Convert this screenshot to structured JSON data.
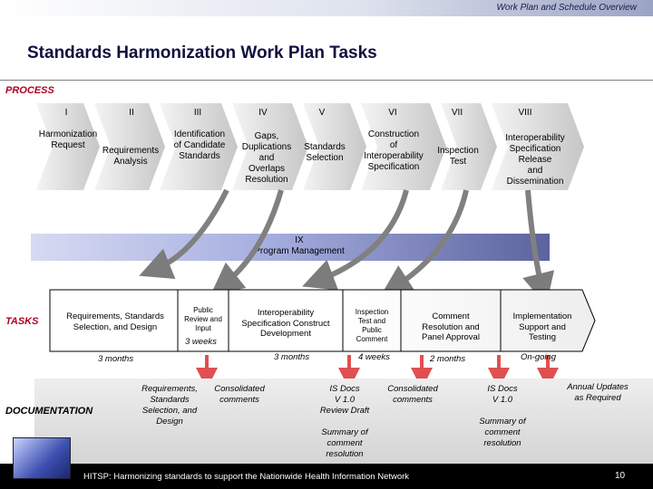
{
  "header": "Work Plan and Schedule Overview",
  "title": "Standards Harmonization Work Plan Tasks",
  "sections": {
    "process": "PROCESS",
    "tasks": "TASKS",
    "documentation": "DOCUMENTATION"
  },
  "phases": [
    {
      "num": "I",
      "label": "Harmonization\nRequest"
    },
    {
      "num": "II",
      "label": "Requirements\nAnalysis"
    },
    {
      "num": "III",
      "label": "Identification\nof Candidate\nStandards"
    },
    {
      "num": "IV",
      "label": "Gaps,\nDuplications\nand\nOverlaps\nResolution"
    },
    {
      "num": "V",
      "label": "Standards\nSelection"
    },
    {
      "num": "VI",
      "label": "Construction\nof\nInteroperability\nSpecification"
    },
    {
      "num": "VII",
      "label": "Inspection\nTest"
    },
    {
      "num": "VIII",
      "label": "Interoperability\nSpecification\nRelease\nand\nDissemination"
    }
  ],
  "program_management": {
    "num": "IX",
    "label": "Program Management"
  },
  "tasks": [
    {
      "label": "Requirements, Standards\nSelection, and Design"
    },
    {
      "label": "Public\nReview and\nInput",
      "duration": "3 weeks"
    },
    {
      "label": "Interoperability\nSpecification Construct\nDevelopment"
    },
    {
      "label": "Inspection\nTest and\nPublic\nComment"
    },
    {
      "label": "Comment\nResolution and\nPanel Approval"
    },
    {
      "label": "Implementation\nSupport and\nTesting"
    }
  ],
  "durations": [
    "3 months",
    "3 months",
    "4 weeks",
    "2 months",
    "On-going"
  ],
  "documentation": [
    "Requirements,\nStandards\nSelection, and\nDesign",
    "Consolidated\ncomments",
    "IS Docs\nV 1.0\nReview Draft",
    "Summary of\ncomment\nresolution",
    "Consolidated\ncomments",
    "IS Docs\nV 1.0",
    "Summary of\ncomment\nresolution",
    "Annual Updates\nas Required"
  ],
  "footer": "HITSP:  Harmonizing standards to support the Nationwide Health Information Network",
  "page_number": "10",
  "colors": {
    "section": "#b00020",
    "arrow_red": "#e05050",
    "arrow_grey": "#808080",
    "chevron": "#d0d0d0"
  }
}
